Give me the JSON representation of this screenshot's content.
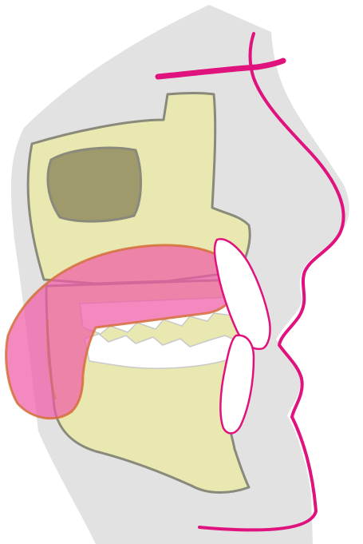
{
  "diagram": {
    "kind": "sagittal cross-section illustration of face, jaws and tongue (no text labels)",
    "colors": {
      "background": "#ffffff",
      "soft_tissue": "#e2e2e2",
      "bone": "#e9e8b0",
      "bone_outline": "#8a8a7c",
      "sinus": "#9f9a6c",
      "tongue": "#ee5ca6",
      "tongue_outline": "#d5703a",
      "profile_line": "#e0127e",
      "teeth": "#ffffff",
      "teeth_outline": "#c9c9c9"
    },
    "parts": [
      "soft-tissue-silhouette",
      "upper-jaw-bone",
      "maxillary-sinus",
      "lower-jaw-bone",
      "upper-teeth",
      "lower-teeth",
      "upper-incisor",
      "lower-incisor",
      "tongue",
      "facial-profile-line",
      "eyebrow-line"
    ]
  }
}
